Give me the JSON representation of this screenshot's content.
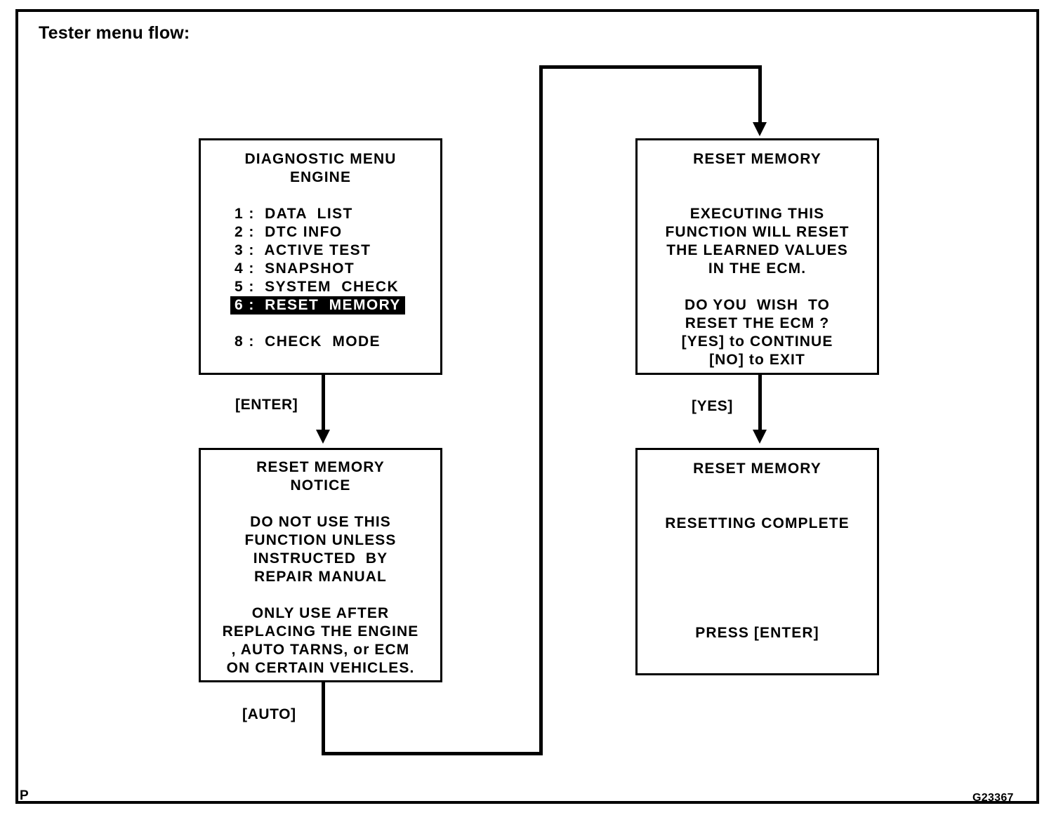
{
  "page": {
    "title": "Tester menu flow:",
    "corner_mark": "P",
    "figure_id": "G23367"
  },
  "boxes": {
    "diagnostic_menu": {
      "header": [
        "DIAGNOSTIC MENU",
        "ENGINE"
      ],
      "items": [
        {
          "label": "1 :  DATA  LIST",
          "highlighted": false
        },
        {
          "label": "2 :  DTC INFO",
          "highlighted": false
        },
        {
          "label": "3 :  ACTIVE TEST",
          "highlighted": false
        },
        {
          "label": "4 :  SNAPSHOT",
          "highlighted": false
        },
        {
          "label": "5 :  SYSTEM  CHECK",
          "highlighted": false
        },
        {
          "label": "6 :  RESET  MEMORY",
          "highlighted": true
        },
        {
          "label": "8 :  CHECK  MODE",
          "highlighted": false
        }
      ],
      "item_1": "1 :  DATA  LIST",
      "item_2": "2 :  DTC INFO",
      "item_3": "3 :  ACTIVE TEST",
      "item_4": "4 :  SNAPSHOT",
      "item_5": "5 :  SYSTEM  CHECK",
      "item_6": "6 :  RESET  MEMORY",
      "item_8": "8 :  CHECK  MODE"
    },
    "reset_notice": {
      "line_1": "RESET MEMORY",
      "line_2": "NOTICE",
      "line_3": "DO NOT USE THIS",
      "line_4": "FUNCTION UNLESS",
      "line_5": "INSTRUCTED  BY",
      "line_6": "REPAIR MANUAL",
      "line_7": "ONLY USE AFTER",
      "line_8": "REPLACING THE ENGINE",
      "line_9": ", AUTO TARNS, or ECM",
      "line_10": "ON CERTAIN VEHICLES."
    },
    "reset_confirm": {
      "line_1": "RESET MEMORY",
      "line_2": "EXECUTING THIS",
      "line_3": "FUNCTION WILL RESET",
      "line_4": "THE LEARNED VALUES",
      "line_5": "IN THE ECM.",
      "line_6": "DO YOU  WISH  TO",
      "line_7": "RESET THE ECM ?",
      "line_8": "[YES] to CONTINUE",
      "line_9": "[NO] to EXIT"
    },
    "reset_complete": {
      "line_1": "RESET MEMORY",
      "line_2": "RESETTING COMPLETE",
      "line_3": "PRESS [ENTER]"
    }
  },
  "connectors": {
    "enter_label": "[ENTER]",
    "auto_label": "[AUTO]",
    "yes_label": "[YES]"
  }
}
